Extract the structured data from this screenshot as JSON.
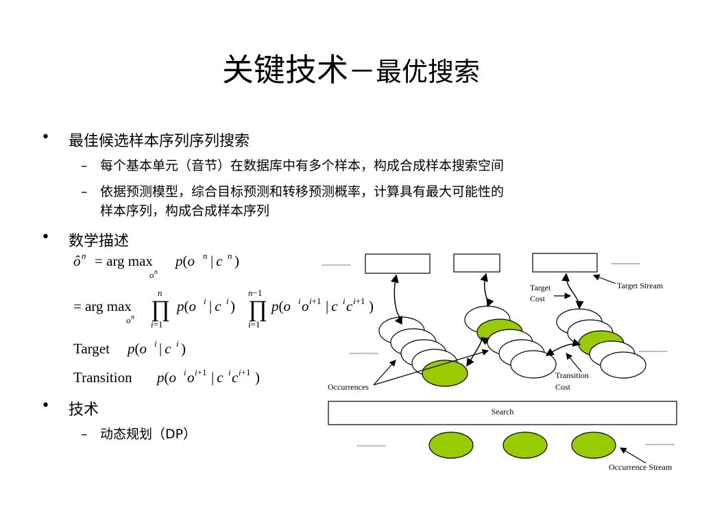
{
  "title": {
    "main": "关键技术",
    "dash": "－",
    "sub": "最优搜索"
  },
  "bullets": [
    {
      "label": "最佳候选样本序列序列搜索",
      "subs": [
        "每个基本单元（音节）在数据库中有多个样本，构成合成样本搜索空间",
        "依据预测模型，综合目标预测和转移预测概率，计算具有最大可能性的",
        "样本序列，构成合成样本序列"
      ]
    },
    {
      "label": "数学描述"
    },
    {
      "label": "技术",
      "subs": [
        "动态规划（DP）"
      ]
    }
  ],
  "bullet_symbol": "•",
  "sub_symbol": "–",
  "math": {
    "target_label": "Target",
    "transition_label": "Transition"
  },
  "diagram": {
    "labels": {
      "target_cost": [
        "Target",
        "Cost"
      ],
      "target_stream": "Target Stream",
      "transition_cost": [
        "Transition",
        "Cost"
      ],
      "occurrences": "Occurrences",
      "search": "Search",
      "occurrence_stream": "Occurrence Stream"
    },
    "colors": {
      "highlight": "#99cc00",
      "stroke": "#000000"
    }
  }
}
